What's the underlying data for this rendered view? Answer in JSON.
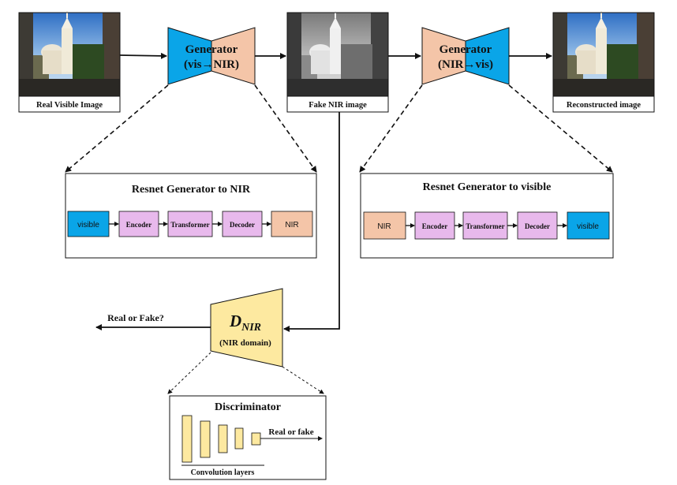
{
  "colors": {
    "visible_blue": "#0aa5e8",
    "nir_peach": "#f4c5a8",
    "block_pink": "#e8b9ec",
    "disc_yellow": "#fde9a0",
    "line": "#111111"
  },
  "images": {
    "real_visible": "Real Visible Image",
    "fake_nir": "Fake NIR image",
    "reconstructed": "Reconstructed image"
  },
  "generator_vis_nir": {
    "title": "Generator",
    "subtitle": "(vis→NIR)"
  },
  "generator_nir_vis": {
    "title": "Generator",
    "subtitle": "(NIR→vis)"
  },
  "resnet_to_nir": {
    "title": "Resnet Generator to NIR",
    "blocks": [
      "visible",
      "Encoder",
      "Transformer",
      "Decoder",
      "NIR"
    ]
  },
  "resnet_to_visible": {
    "title": "Resnet Generator to visible",
    "blocks": [
      "NIR",
      "Encoder",
      "Transformer",
      "Decoder",
      "visible"
    ]
  },
  "d_nir": {
    "symbol": "D",
    "subscript": "NIR",
    "subtitle": "(NIR domain)",
    "output_label": "Real or Fake?"
  },
  "discriminator": {
    "title": "Discriminator",
    "output_label": "Real or fake",
    "layers_label": "Convolution layers"
  }
}
